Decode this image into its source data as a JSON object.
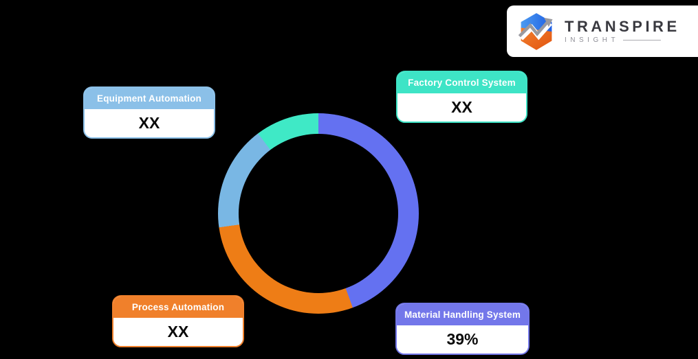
{
  "background_color": "#000000",
  "logo": {
    "title": "TRANSPIRE",
    "subtitle": "INSIGHT",
    "card_bg": "#FFFFFF",
    "title_color": "#3A3A40",
    "subtitle_color": "#8F8F97",
    "icon": {
      "name": "transpire-hex-arrow-icon",
      "blue_light": "#4C9BF0",
      "blue_dark": "#1E5FE4",
      "orange_light": "#F2802F",
      "orange_dark": "#E25510",
      "arrow_gray": "#9A9AA0"
    }
  },
  "chart_data": {
    "type": "pie",
    "donut": true,
    "start_angle_deg": 0,
    "direction": "clockwise",
    "title": "",
    "legend_position": "callouts",
    "segments": [
      {
        "label": "Material Handling System",
        "display_value": "39%",
        "color": "#6471F1",
        "start_deg": 0,
        "end_deg": 160
      },
      {
        "label": "Process Automation",
        "display_value": "XX",
        "color": "#EE7D16",
        "start_deg": 160,
        "end_deg": 262
      },
      {
        "label": "Equipment Automation",
        "display_value": "XX",
        "color": "#79B7E4",
        "start_deg": 262,
        "end_deg": 323
      },
      {
        "label": "Factory Control System",
        "display_value": "XX",
        "color": "#3FE9C6",
        "start_deg": 323,
        "end_deg": 360
      }
    ]
  },
  "callouts": [
    {
      "label": "Equipment Automation",
      "value": "XX",
      "color": "#8BC0E8"
    },
    {
      "label": "Factory Control System",
      "value": "XX",
      "color": "#3EE4C6"
    },
    {
      "label": "Process Automation",
      "value": "XX",
      "color": "#F0802B"
    },
    {
      "label": "Material Handling System",
      "value": "39%",
      "color": "#7377EA"
    }
  ]
}
